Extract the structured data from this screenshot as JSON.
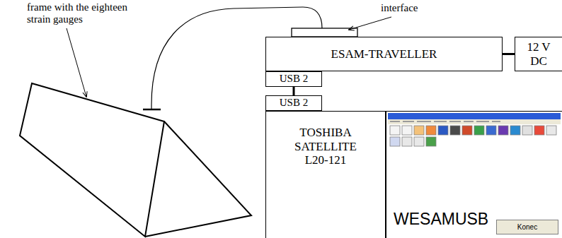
{
  "diagram": {
    "nodes": [
      {
        "text": [
          "ESAM-TRAVELLER"
        ]
      },
      {
        "text": [
          "12 V DC"
        ]
      },
      {
        "text": [
          "USB 2"
        ]
      },
      {
        "text": [
          "USB 2"
        ]
      },
      {
        "text": [
          "TOSHIBA SATELLITE L20-121"
        ]
      },
      {
        "text": [
          "WESAMUSB"
        ]
      },
      {
        "text": [
          "Konec"
        ],
        "in": 5
      }
    ],
    "edges": [
      {
        "from": 0,
        "to": 1,
        "arrow": "none"
      },
      {
        "from": 2,
        "to": 3,
        "arrow": "none"
      }
    ],
    "labels": [
      "frame with the eighteen strain gauges",
      "interface"
    ]
  }
}
